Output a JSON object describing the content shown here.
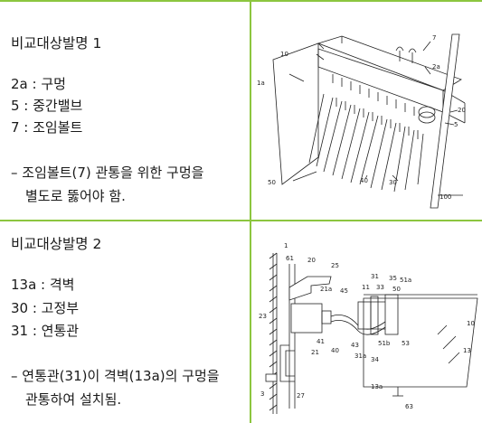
{
  "colors": {
    "border": "#8cc63f",
    "text": "#1a1a1a"
  },
  "rows": [
    {
      "title": "비교대상발명 1",
      "items": [
        "2a : 구멍",
        "5 : 중간밸브",
        "7 : 조임볼트"
      ],
      "note_line1": "– 조임볼트(7) 관통을 위한 구멍을",
      "note_line2": "별도로 뚫어야 함.",
      "figure_labels": [
        "7",
        "10",
        "1a",
        "2a",
        "20",
        "5",
        "50",
        "40",
        "30",
        "100"
      ]
    },
    {
      "title": "비교대상발명 2",
      "items": [
        "13a : 격벽",
        "30 : 고정부",
        "31 : 연통관"
      ],
      "note_line1": "– 연통관(31)이 격벽(13a)의 구멍을",
      "note_line2": "관통하여 설치됨.",
      "figure_labels": [
        "1",
        "61",
        "20",
        "25",
        "21a",
        "45",
        "11",
        "31",
        "33",
        "35",
        "51a",
        "50",
        "10",
        "13",
        "23",
        "41",
        "21",
        "40",
        "43",
        "31a",
        "34",
        "51b",
        "53",
        "27",
        "3",
        "13a",
        "63"
      ]
    }
  ]
}
